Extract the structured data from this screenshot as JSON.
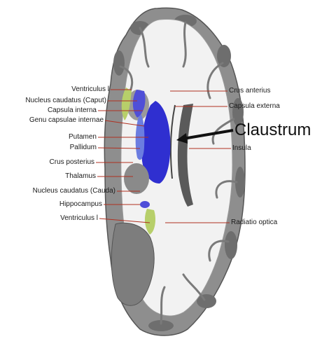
{
  "diagram": {
    "left_labels": [
      "Ventriculus l",
      "Nucleus caudatus (Caput)",
      "Capsula interna",
      "Genu capsulae internae",
      "Putamen",
      "Pallidum",
      "Crus posterius",
      "Thalamus",
      "Nucleus caudatus (Cauda)",
      "Hippocampus",
      "Ventriculus l"
    ],
    "right_labels": [
      "Crus anterius",
      "Capsula externa",
      "Insula",
      "Radiatio optica"
    ],
    "callout": "Claustrum",
    "colors": {
      "putamen": "#2f2fd0",
      "pallidum": "#6b7de0",
      "ventricle": "#b7cf6a",
      "leader_line": "#b03020",
      "cortex_gray": "#8e8e8e",
      "white_matter": "#f2f2f2"
    }
  }
}
